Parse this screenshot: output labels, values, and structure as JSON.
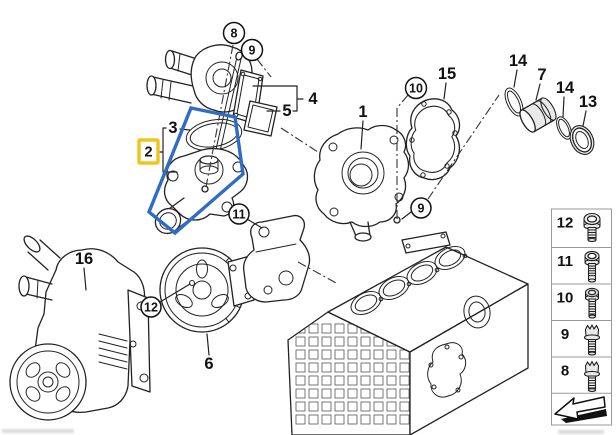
{
  "diagram": {
    "description": "engine water pump and thermostat exploded parts diagram",
    "highlight_box_color": "#f0c519",
    "highlight_polygon_color": "#2f6cc4",
    "callouts": {
      "n1": "1",
      "n2": "2",
      "n3": "3",
      "n4": "4",
      "n5": "5",
      "n6": "6",
      "n7": "7",
      "c8": "8",
      "c9a": "9",
      "c9b": "9",
      "c10": "10",
      "c11": "11",
      "c12": "12",
      "n13": "13",
      "n14a": "14",
      "n14b": "14",
      "n15": "15",
      "n16": "16"
    }
  },
  "sidebar": {
    "rows": [
      {
        "label": "12",
        "icon": "hex-socket-screw-icon"
      },
      {
        "label": "11",
        "icon": "hex-socket-screw-icon"
      },
      {
        "label": "10",
        "icon": "hex-socket-screw-icon"
      },
      {
        "label": "9",
        "icon": "torx-stud-bolt-icon"
      },
      {
        "label": "8",
        "icon": "torx-stud-bolt-icon"
      }
    ],
    "footer_icon": "back-arrow-icon"
  }
}
